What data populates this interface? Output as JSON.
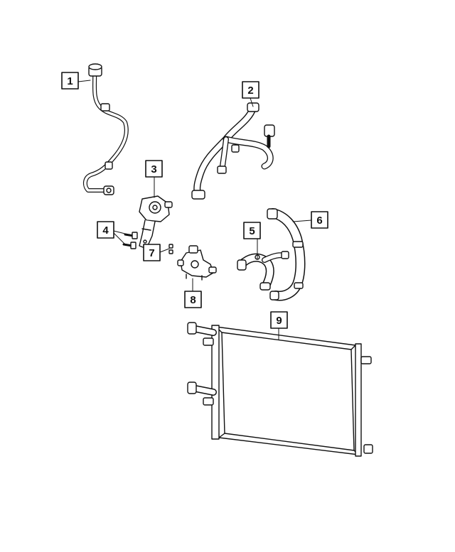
{
  "callouts": [
    {
      "id": "c1",
      "label": "1"
    },
    {
      "id": "c2",
      "label": "2"
    },
    {
      "id": "c3",
      "label": "3"
    },
    {
      "id": "c4",
      "label": "4"
    },
    {
      "id": "c5",
      "label": "5"
    },
    {
      "id": "c6",
      "label": "6"
    },
    {
      "id": "c7",
      "label": "7"
    },
    {
      "id": "c8",
      "label": "8"
    },
    {
      "id": "c9",
      "label": "9"
    }
  ],
  "colors": {
    "line": "#111111",
    "fill": "#ffffff"
  }
}
